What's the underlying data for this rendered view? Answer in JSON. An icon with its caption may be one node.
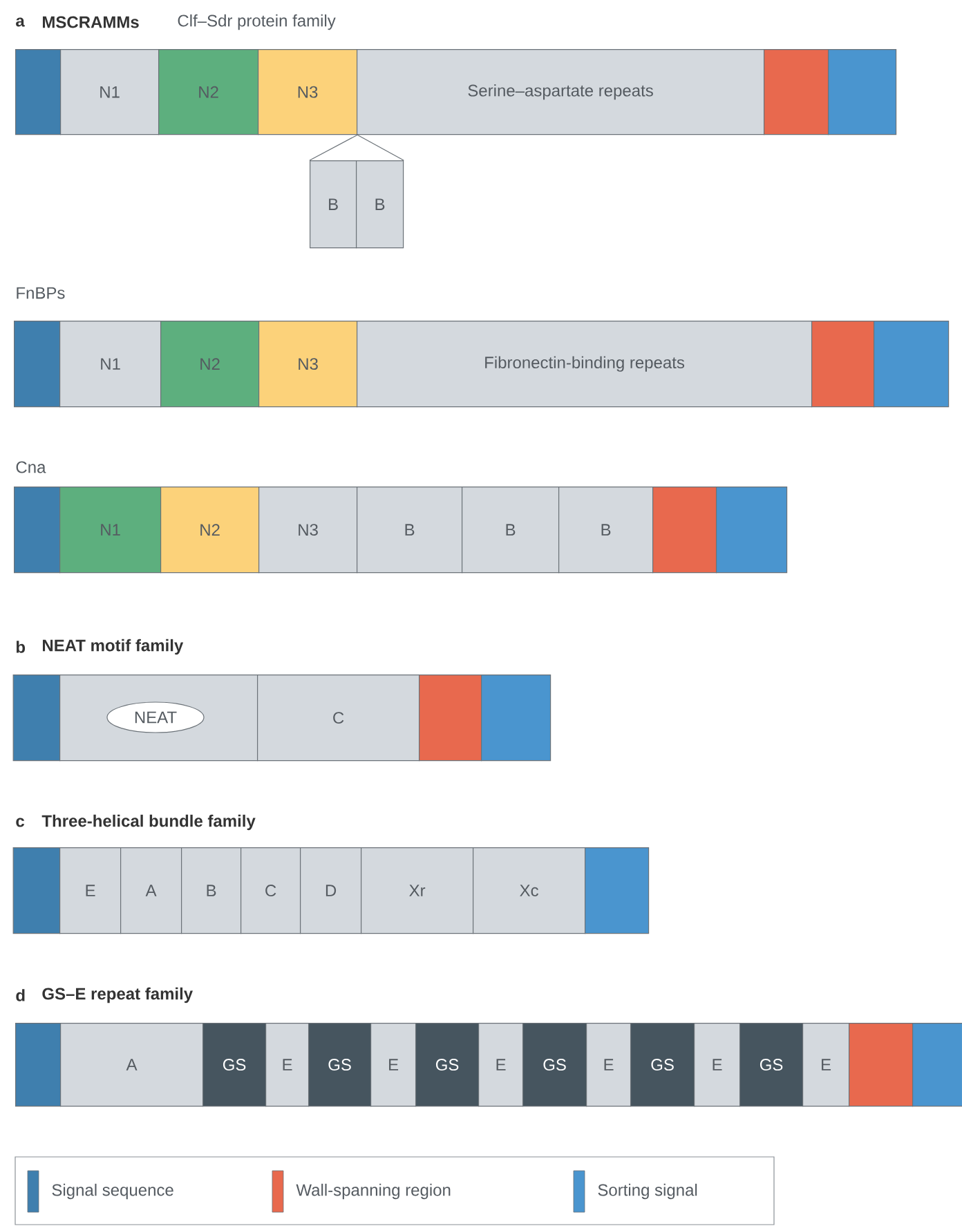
{
  "diagram": {
    "nodes": [
      {
        "text": [],
        "shape": "box"
      },
      {
        "text": [
          "N1"
        ]
      },
      {
        "text": [
          "N2"
        ]
      },
      {
        "text": [
          "N3"
        ]
      },
      {
        "text": [
          "Serine–aspartate repeats"
        ]
      },
      {
        "text": [],
        "shape": "box"
      },
      {
        "text": [],
        "shape": "box"
      },
      {
        "text": [
          "B"
        ]
      },
      {
        "text": [
          "B"
        ]
      },
      {
        "text": [],
        "shape": "box"
      },
      {
        "text": [
          "N1"
        ]
      },
      {
        "text": [
          "N2"
        ]
      },
      {
        "text": [
          "N3"
        ]
      },
      {
        "text": [
          "Fibronectin-binding repeats"
        ]
      },
      {
        "text": [],
        "shape": "box"
      },
      {
        "text": [],
        "shape": "box"
      },
      {
        "text": [],
        "shape": "box"
      },
      {
        "text": [
          "N1"
        ]
      },
      {
        "text": [
          "N2"
        ]
      },
      {
        "text": [
          "N3"
        ]
      },
      {
        "text": [
          "B"
        ]
      },
      {
        "text": [
          "B"
        ]
      },
      {
        "text": [
          "B"
        ]
      },
      {
        "text": [],
        "shape": "box"
      },
      {
        "text": [],
        "shape": "box"
      },
      {
        "text": [],
        "shape": "box"
      },
      {
        "text": [],
        "shape": "box"
      },
      {
        "text": [
          "NEAT"
        ],
        "in": 26
      },
      {
        "text": [
          "C"
        ]
      },
      {
        "text": [],
        "shape": "box"
      },
      {
        "text": [],
        "shape": "box"
      },
      {
        "text": [],
        "shape": "box"
      },
      {
        "text": [
          "E"
        ]
      },
      {
        "text": [
          "A"
        ]
      },
      {
        "text": [
          "B"
        ]
      },
      {
        "text": [
          "C"
        ]
      },
      {
        "text": [
          "D"
        ]
      },
      {
        "text": [
          "Xr"
        ]
      },
      {
        "text": [
          "Xc"
        ]
      },
      {
        "text": [],
        "shape": "box"
      },
      {
        "text": [],
        "shape": "box"
      },
      {
        "text": [
          "A"
        ]
      },
      {
        "text": [
          "GS"
        ]
      },
      {
        "text": [
          "E"
        ]
      },
      {
        "text": [
          "GS"
        ]
      },
      {
        "text": [
          "E"
        ]
      },
      {
        "text": [
          "GS"
        ]
      },
      {
        "text": [
          "E"
        ]
      },
      {
        "text": [
          "GS"
        ]
      },
      {
        "text": [
          "E"
        ]
      },
      {
        "text": [
          "GS"
        ]
      },
      {
        "text": [
          "E"
        ]
      },
      {
        "text": [
          "GS"
        ]
      },
      {
        "text": [
          "E"
        ]
      },
      {
        "text": [],
        "shape": "box"
      },
      {
        "text": [],
        "shape": "box"
      }
    ],
    "edges": [
      {
        "from": 3,
        "to": 7,
        "arrow": "none"
      },
      {
        "from": 3,
        "to": 8,
        "arrow": "none"
      }
    ],
    "labels": [
      "a",
      "MSCRAMMs",
      "Clf–Sdr protein family",
      "FnBPs",
      "Cna",
      "b",
      "NEAT motif family",
      "c",
      "Three-helical bundle family",
      "d",
      "GS–E repeat family"
    ],
    "legend": [
      {
        "text": "Signal sequence",
        "color": "#3f7fae"
      },
      {
        "text": "Wall-spanning region",
        "color": "#e8694e"
      },
      {
        "text": "Sorting signal",
        "color": "#4a95cf"
      }
    ]
  }
}
